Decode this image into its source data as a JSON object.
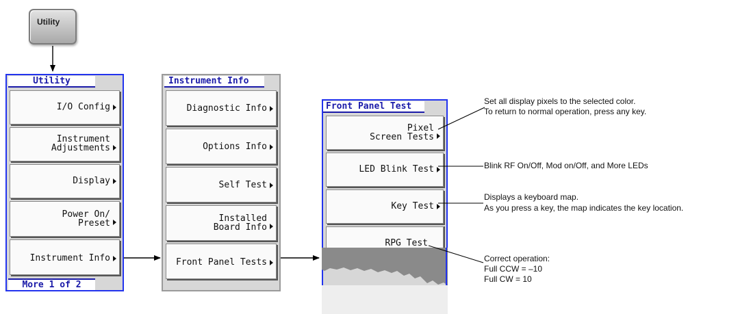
{
  "hardkey": {
    "label": "Utility"
  },
  "utility_menu": {
    "title": "Utility",
    "keys": [
      "I/O Config",
      "Instrument\nAdjustments",
      "Display",
      "Power On/\nPreset",
      "Instrument Info"
    ],
    "footer": "More 1 of 2"
  },
  "info_menu": {
    "title": "Instrument Info",
    "keys": [
      "Diagnostic Info",
      "Options Info",
      "Self Test",
      "Installed\nBoard Info",
      "Front Panel Tests"
    ]
  },
  "fp_menu": {
    "title": "Front Panel Test",
    "keys": [
      "Pixel\nScreen Tests",
      "LED Blink Test",
      "Key Test",
      "RPG Test"
    ]
  },
  "annotations": {
    "pixel_1": "Set all display pixels to the selected color.",
    "pixel_2": "To return to normal operation, press any key.",
    "led": "Blink RF On/Off, Mod on/Off, and More LEDs",
    "key_1": "Displays a keyboard map.",
    "key_2": "As you press a key, the map indicates the key location.",
    "rpg_1": "Correct operation:",
    "rpg_2": "Full CCW = –10",
    "rpg_3": "Full CW = 10"
  },
  "colors": {
    "tab_text": "#1a1aa8",
    "panel_border_active": "#2233ee",
    "panel_bg": "#d7d7d7"
  }
}
